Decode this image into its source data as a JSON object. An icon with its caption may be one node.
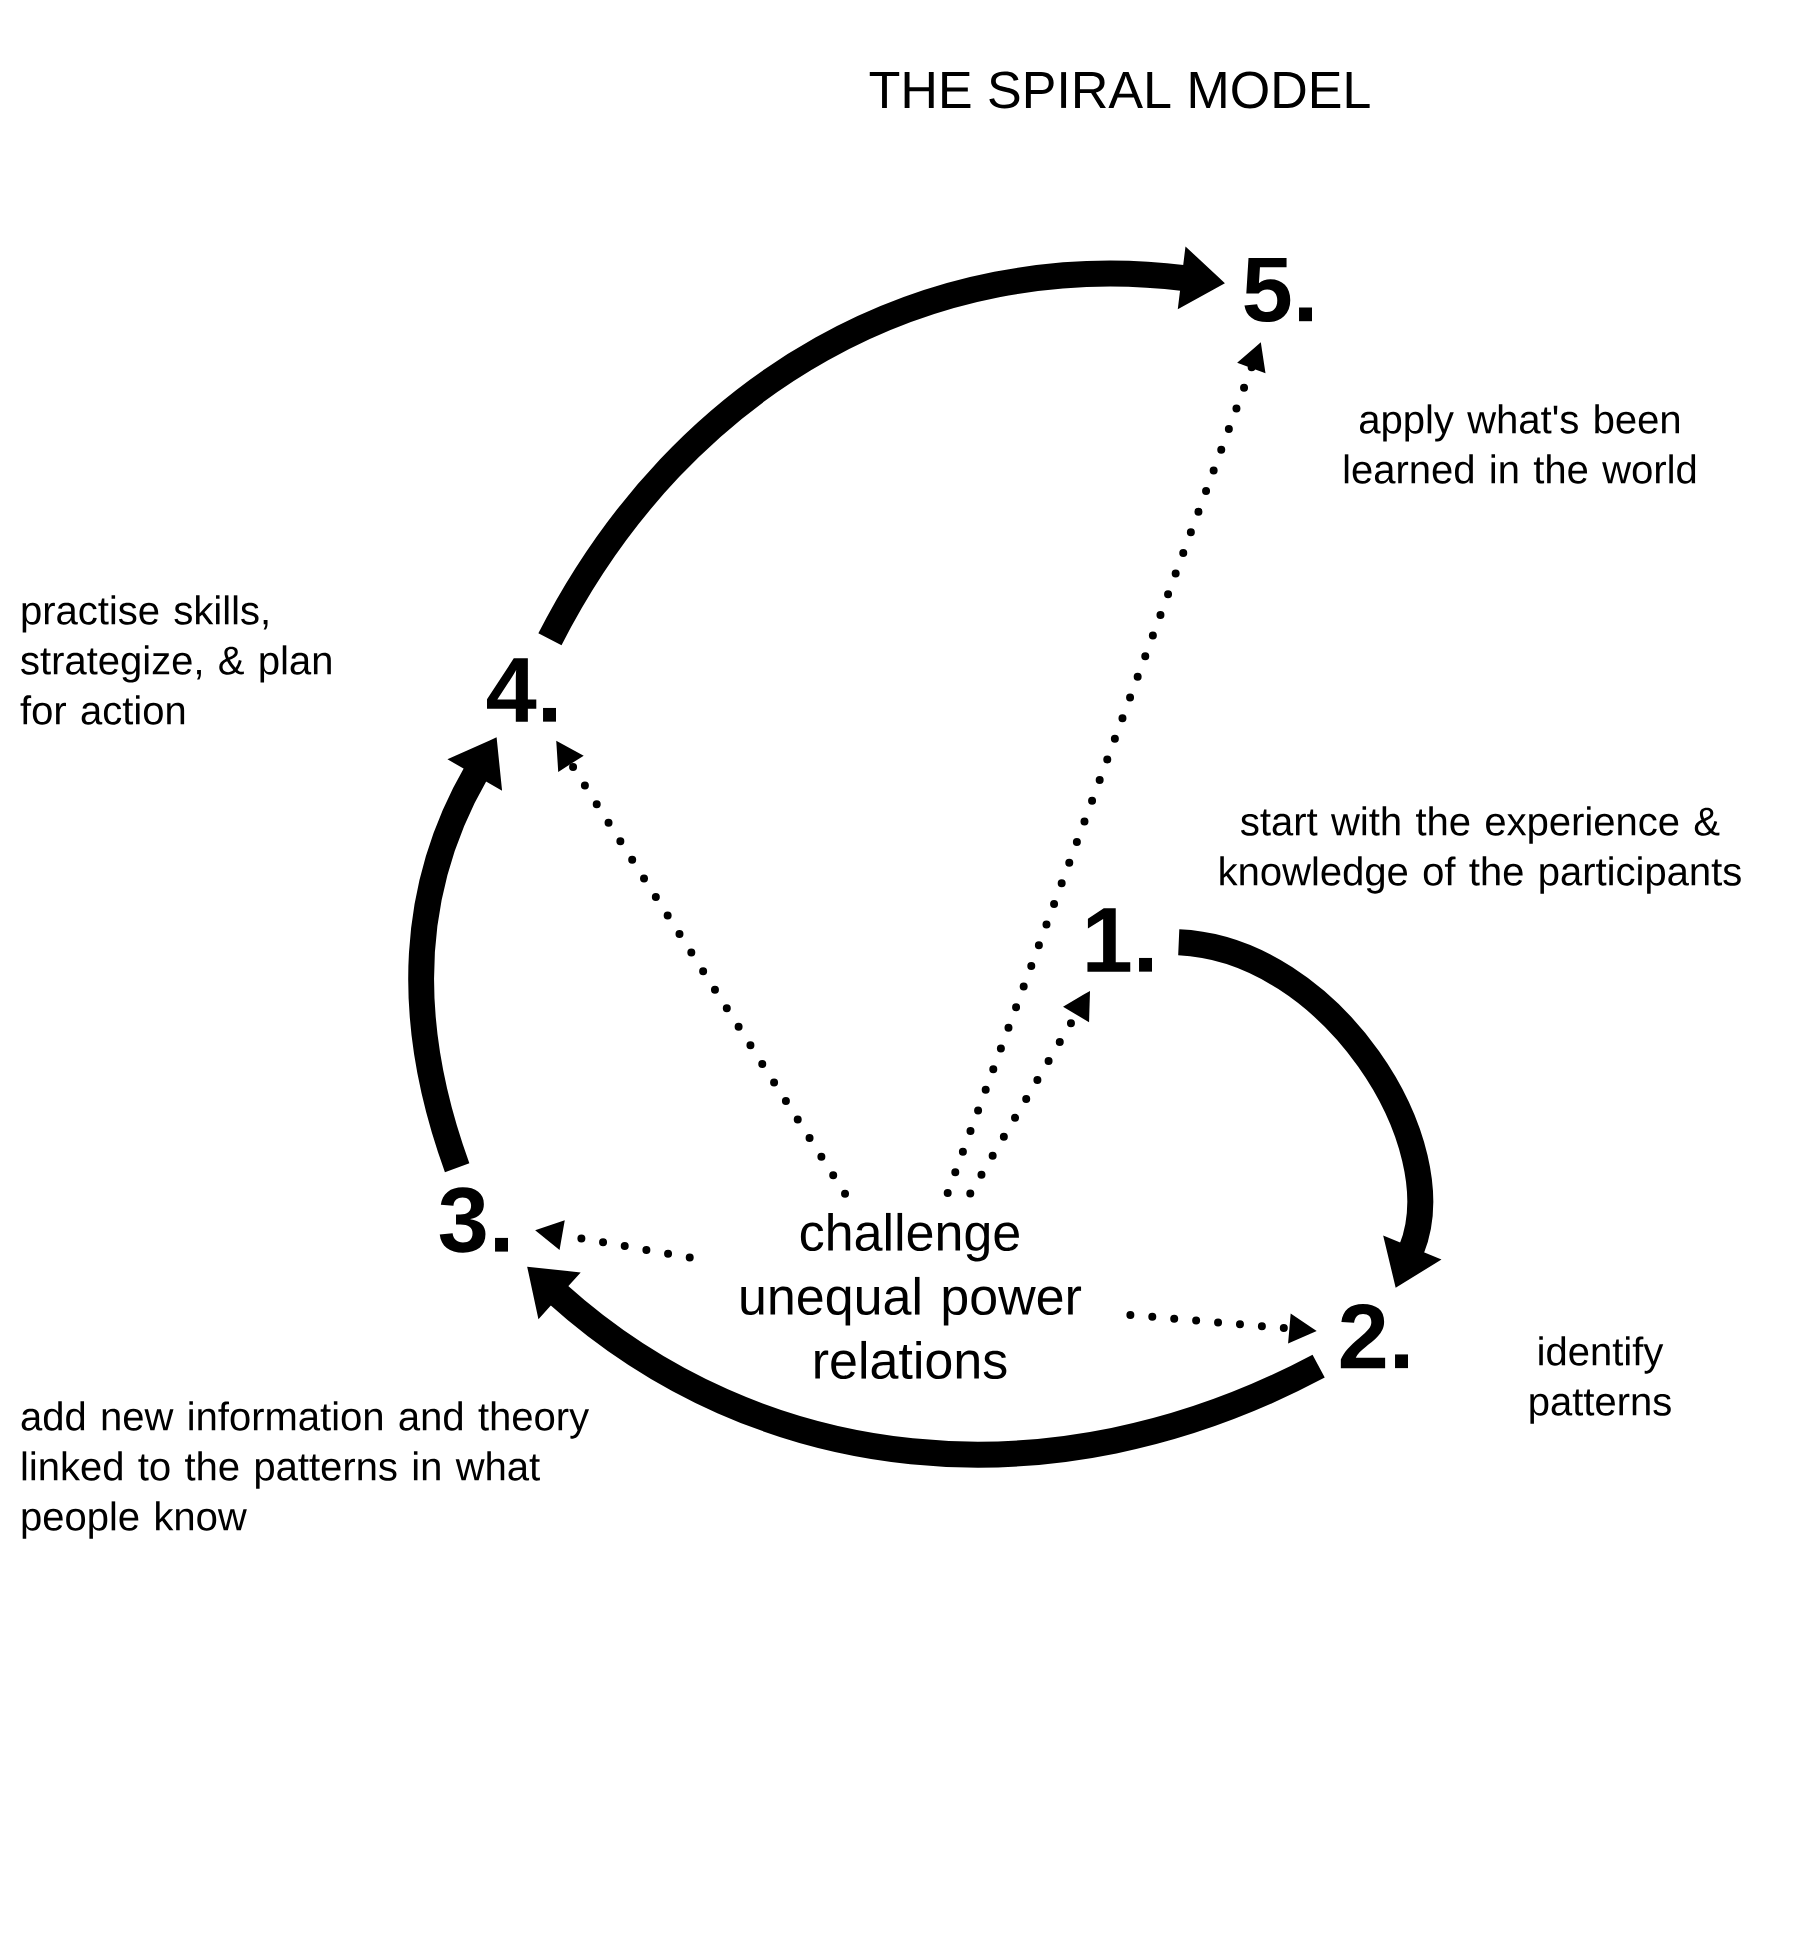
{
  "diagram": {
    "title": "THE SPIRAL MODEL",
    "nodes": [
      {
        "text": [
          "challenge unequal power relations"
        ]
      },
      {
        "text": [
          "1."
        ],
        "beside": [
          "start with the experience & knowledge of the participants"
        ]
      },
      {
        "text": [
          "2."
        ],
        "beside": [
          "identify patterns"
        ]
      },
      {
        "text": [
          "3."
        ],
        "beside": [
          "add new information and theory linked to the patterns in what people know"
        ]
      },
      {
        "text": [
          "4."
        ],
        "beside": [
          "practise skills, strategize, & plan for action"
        ]
      },
      {
        "text": [
          "5."
        ],
        "beside": [
          "apply what's been learned in the world"
        ]
      }
    ],
    "edges": [
      {
        "from": 1,
        "to": 2,
        "arrow": "to",
        "style": "thick"
      },
      {
        "from": 2,
        "to": 3,
        "arrow": "to",
        "style": "thick"
      },
      {
        "from": 3,
        "to": 4,
        "arrow": "to",
        "style": "thick"
      },
      {
        "from": 4,
        "to": 5,
        "arrow": "to",
        "style": "thick"
      },
      {
        "from": 0,
        "to": 1,
        "arrow": "to",
        "style": "dashed"
      },
      {
        "from": 0,
        "to": 2,
        "arrow": "to",
        "style": "dashed"
      },
      {
        "from": 0,
        "to": 3,
        "arrow": "to",
        "style": "dashed"
      },
      {
        "from": 0,
        "to": 4,
        "arrow": "to",
        "style": "dashed"
      },
      {
        "from": 0,
        "to": 5,
        "arrow": "to",
        "style": "dashed"
      }
    ]
  }
}
